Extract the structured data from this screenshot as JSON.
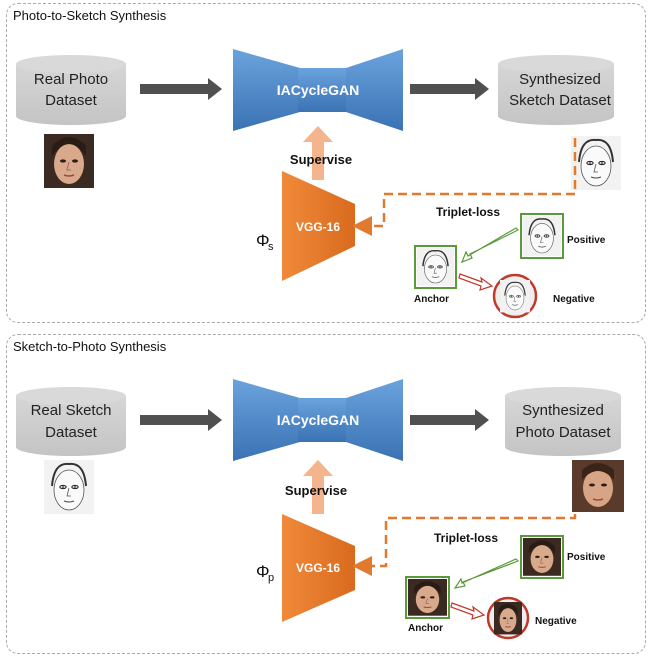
{
  "panels": [
    {
      "title": "Photo-to-Sketch Synthesis",
      "source_dataset": [
        "Real Photo",
        "Dataset"
      ],
      "generator": "IACycleGAN",
      "target_dataset": [
        "Synthesized",
        "Sketch Dataset"
      ],
      "supervise": "Supervise",
      "vgg": "VGG-16",
      "phi": "Φ",
      "phi_sub": "s",
      "triplet": "Triplet-loss",
      "positive": "Positive",
      "anchor": "Anchor",
      "negative": "Negative"
    },
    {
      "title": "Sketch-to-Photo Synthesis",
      "source_dataset": [
        "Real Sketch",
        "Dataset"
      ],
      "generator": "IACycleGAN",
      "target_dataset": [
        "Synthesized",
        "Photo Dataset"
      ],
      "supervise": "Supervise",
      "vgg": "VGG-16",
      "phi": "Φ",
      "phi_sub": "p",
      "triplet": "Triplet-loss",
      "positive": "Positive",
      "anchor": "Anchor",
      "negative": "Negative"
    }
  ],
  "colors": {
    "generator_blue": "#4a86c8",
    "vgg_orange": "#e07a2f",
    "dataset_gray": "#cfcfcf",
    "arrow_gray": "#555555",
    "supervise_arrow": "#f2b48a",
    "positive_green": "#5b9a3a",
    "negative_red": "#c0392b"
  }
}
